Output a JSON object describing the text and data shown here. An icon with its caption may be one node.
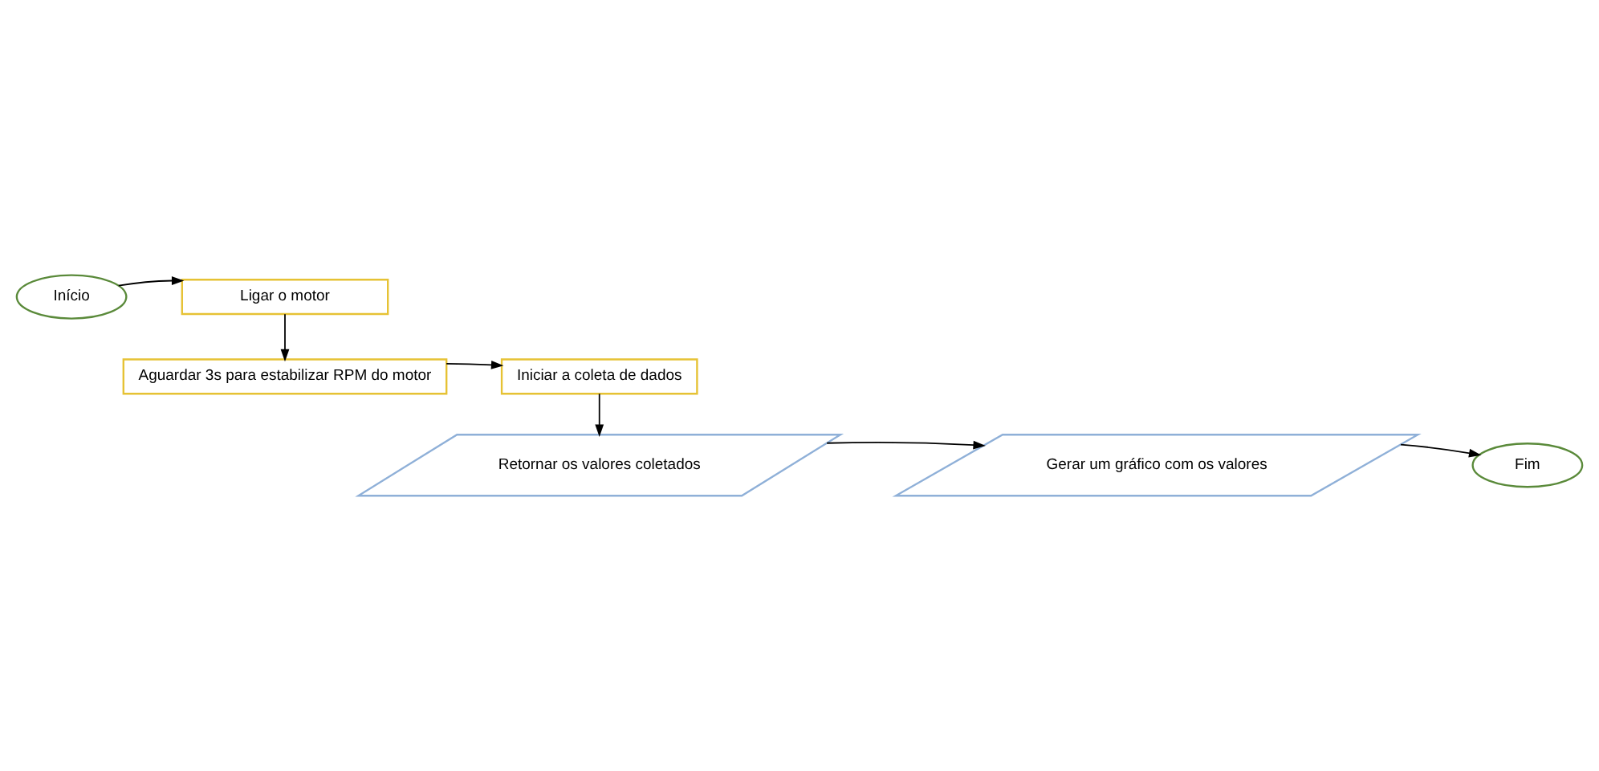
{
  "diagram": {
    "nodes": [
      {
        "text": [
          "Início"
        ]
      },
      {
        "text": [
          "Ligar o motor"
        ]
      },
      {
        "text": [
          "Aguardar 3s para estabilizar RPM do motor"
        ]
      },
      {
        "text": [
          "Iniciar a coleta de dados"
        ]
      },
      {
        "text": [
          "Retornar os valores coletados"
        ]
      },
      {
        "text": [
          "Gerar um gráfico com os valores"
        ]
      },
      {
        "text": [
          "Fim"
        ]
      }
    ],
    "edges": [
      {
        "from": 0,
        "to": 1,
        "arrow": "to"
      },
      {
        "from": 1,
        "to": 2,
        "arrow": "to"
      },
      {
        "from": 2,
        "to": 3,
        "arrow": "to"
      },
      {
        "from": 3,
        "to": 4,
        "arrow": "to"
      },
      {
        "from": 4,
        "to": 5,
        "arrow": "to"
      },
      {
        "from": 5,
        "to": 6,
        "arrow": "to"
      }
    ]
  }
}
